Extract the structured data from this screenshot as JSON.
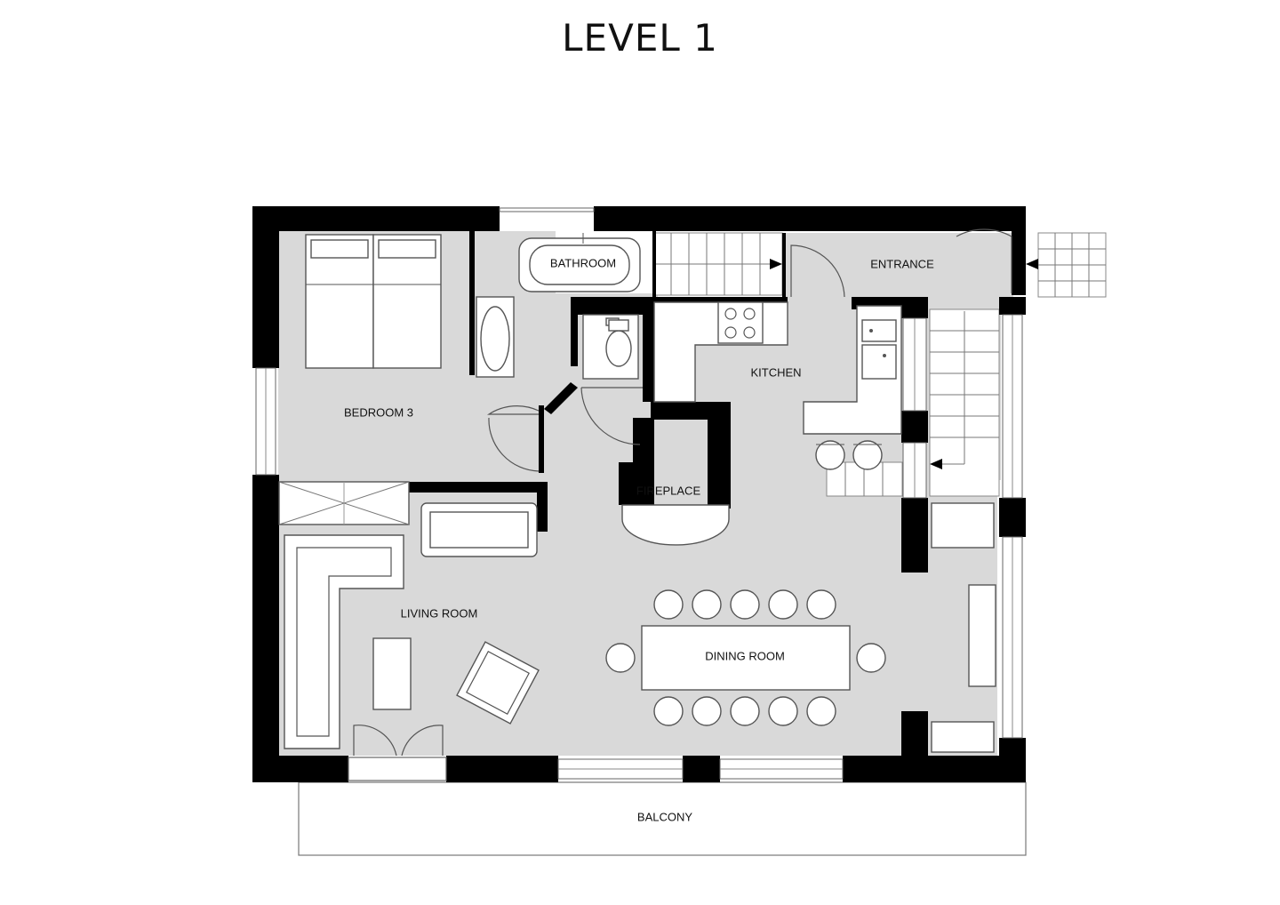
{
  "title": "LEVEL 1",
  "rooms": {
    "bathroom": "BATHROOM",
    "entrance": "ENTRANCE",
    "kitchen": "KITCHEN",
    "bedroom3": "BEDROOM 3",
    "fireplace": "FIREPLACE",
    "living_room": "LIVING ROOM",
    "dining_room": "DINING ROOM",
    "balcony": "BALCONY"
  },
  "colors": {
    "wall": "#000000",
    "floor": "#d9d9d9",
    "furniture": "#ffffff",
    "line": "#555555"
  }
}
